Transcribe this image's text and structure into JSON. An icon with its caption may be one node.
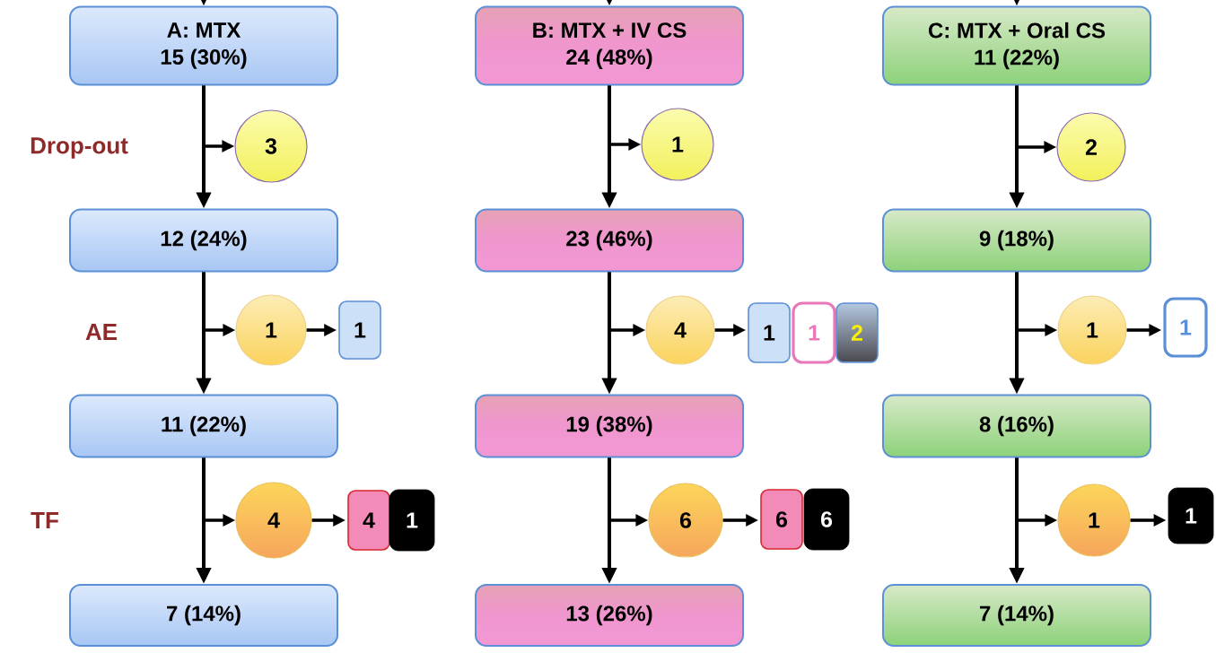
{
  "diagram": {
    "nodes": [
      {
        "text": [
          "A: MTX",
          "15 (30%)"
        ]
      },
      {
        "text": [
          "3"
        ]
      },
      {
        "text": [
          "12 (24%)"
        ]
      },
      {
        "text": [
          "1"
        ]
      },
      {
        "text": [
          "1"
        ]
      },
      {
        "text": [
          "11 (22%)"
        ]
      },
      {
        "text": [
          "4"
        ]
      },
      {
        "text": [
          "4"
        ]
      },
      {
        "text": [
          "1"
        ]
      },
      {
        "text": [
          "7 (14%)"
        ]
      },
      {
        "text": [
          "B: MTX + IV CS",
          "24 (48%)"
        ]
      },
      {
        "text": [
          "1"
        ]
      },
      {
        "text": [
          "23 (46%)"
        ]
      },
      {
        "text": [
          "4"
        ]
      },
      {
        "text": [
          "1"
        ]
      },
      {
        "text": [
          "1"
        ]
      },
      {
        "text": [
          "2"
        ]
      },
      {
        "text": [
          "19 (38%)"
        ]
      },
      {
        "text": [
          "6"
        ]
      },
      {
        "text": [
          "6"
        ]
      },
      {
        "text": [
          "6"
        ]
      },
      {
        "text": [
          "13 (26%)"
        ]
      },
      {
        "text": [
          "C: MTX + Oral CS",
          "11 (22%)"
        ]
      },
      {
        "text": [
          "2"
        ]
      },
      {
        "text": [
          "9 (18%)"
        ]
      },
      {
        "text": [
          "1"
        ]
      },
      {
        "text": [
          "1"
        ]
      },
      {
        "text": [
          "8 (16%)"
        ]
      },
      {
        "text": [
          "1"
        ]
      },
      {
        "text": [
          "1"
        ]
      },
      {
        "text": [
          "7 (14%)"
        ]
      }
    ],
    "edges": [
      {
        "from": null,
        "to": 0,
        "arrow": "to"
      },
      {
        "from": 0,
        "to": 2,
        "arrow": "to"
      },
      {
        "from": 2,
        "to": 5,
        "arrow": "to"
      },
      {
        "from": 5,
        "to": 9,
        "arrow": "to"
      },
      {
        "from": 0,
        "to": 1,
        "arrow": "to"
      },
      {
        "from": 2,
        "to": 3,
        "arrow": "to"
      },
      {
        "from": 3,
        "to": 4,
        "arrow": "to"
      },
      {
        "from": 5,
        "to": 6,
        "arrow": "to"
      },
      {
        "from": 6,
        "to": 7,
        "arrow": "to"
      },
      {
        "from": null,
        "to": 10,
        "arrow": "to"
      },
      {
        "from": 10,
        "to": 12,
        "arrow": "to"
      },
      {
        "from": 12,
        "to": 17,
        "arrow": "to"
      },
      {
        "from": 17,
        "to": 21,
        "arrow": "to"
      },
      {
        "from": 10,
        "to": 11,
        "arrow": "to"
      },
      {
        "from": 12,
        "to": 13,
        "arrow": "to"
      },
      {
        "from": 13,
        "to": 14,
        "arrow": "to"
      },
      {
        "from": 17,
        "to": 18,
        "arrow": "to"
      },
      {
        "from": 18,
        "to": 19,
        "arrow": "to"
      },
      {
        "from": null,
        "to": 22,
        "arrow": "to"
      },
      {
        "from": 22,
        "to": 24,
        "arrow": "to"
      },
      {
        "from": 24,
        "to": 27,
        "arrow": "to"
      },
      {
        "from": 27,
        "to": 30,
        "arrow": "to"
      },
      {
        "from": 22,
        "to": 23,
        "arrow": "to"
      },
      {
        "from": 24,
        "to": 25,
        "arrow": "to"
      },
      {
        "from": 25,
        "to": 26,
        "arrow": "to"
      },
      {
        "from": 27,
        "to": 28,
        "arrow": "to"
      },
      {
        "from": 28,
        "to": 29,
        "arrow": "to"
      }
    ],
    "labels": [
      "Drop-out",
      "AE",
      "TF"
    ]
  }
}
